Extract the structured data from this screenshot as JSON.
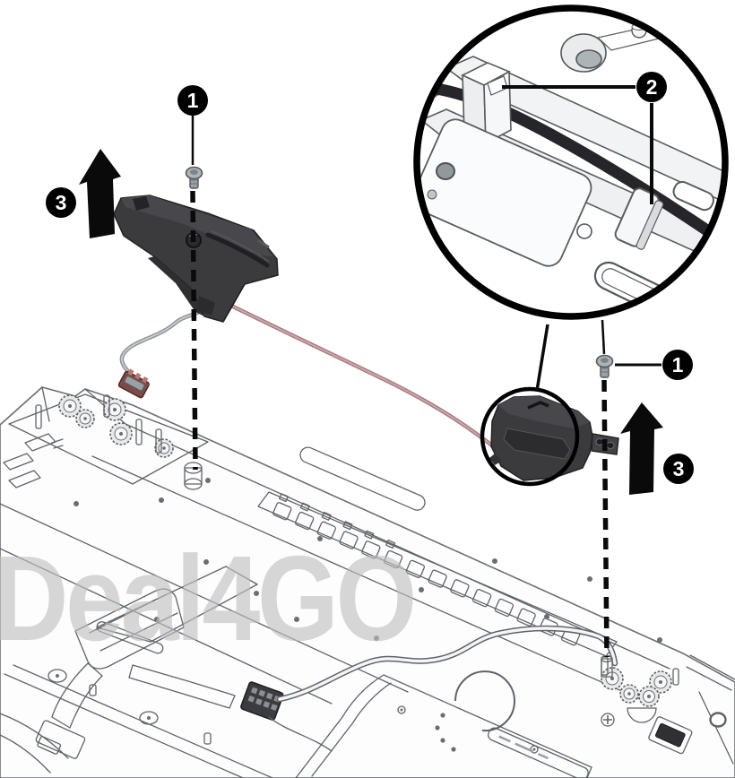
{
  "page": {
    "background": "#ffffff"
  },
  "watermark": {
    "text": "Deal4GO"
  },
  "callouts": {
    "left_screw": {
      "label": "1"
    },
    "right_screw": {
      "label": "1"
    },
    "cable_routing": {
      "label": "2"
    },
    "left_lift": {
      "label": "3"
    },
    "right_lift": {
      "label": "3"
    }
  },
  "colors": {
    "page_bg": "#ffffff",
    "callout_bg": "#000000",
    "callout_text": "#ffffff",
    "arrow_black": "#0a0a0a",
    "line_art": "#5f6368",
    "speaker_dark": "#3b3b3e",
    "speaker_top": "#48484c",
    "cable_red": "#a5797d",
    "cable_red_light": "#cfa9ac",
    "cable_gray": "#8d9195",
    "connector_red": "#7d4a47",
    "watermark": "#bfbfbf",
    "inset_cable": "#26262a"
  }
}
